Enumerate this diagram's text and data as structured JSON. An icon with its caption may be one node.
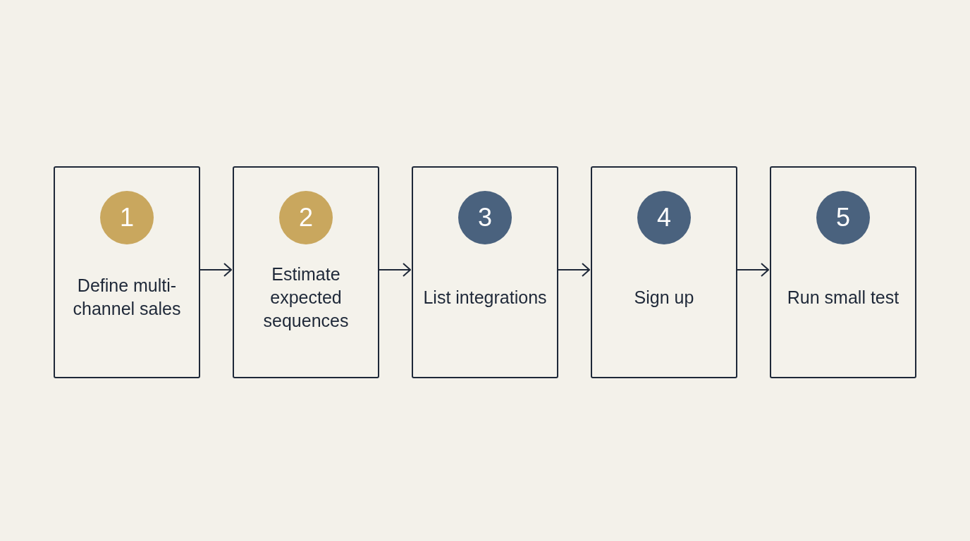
{
  "diagram": {
    "nodes": [
      {
        "text": [
          "1",
          "Define multi-channel sales"
        ]
      },
      {
        "text": [
          "2",
          "Estimate expected sequences"
        ]
      },
      {
        "text": [
          "3",
          "List integrations"
        ]
      },
      {
        "text": [
          "4",
          "Sign up"
        ]
      },
      {
        "text": [
          "5",
          "Run small test"
        ]
      }
    ],
    "edges": [
      {
        "from": 0,
        "to": 1,
        "arrow": "to"
      },
      {
        "from": 1,
        "to": 2,
        "arrow": "to"
      },
      {
        "from": 2,
        "to": 3,
        "arrow": "to"
      },
      {
        "from": 3,
        "to": 4,
        "arrow": "to"
      }
    ]
  }
}
